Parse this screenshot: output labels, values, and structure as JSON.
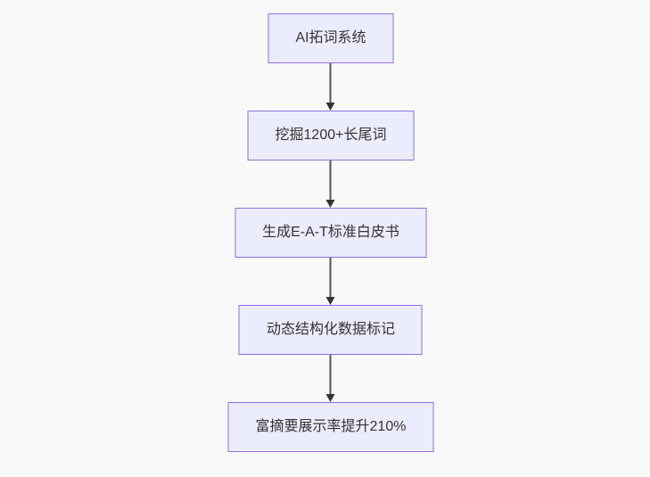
{
  "diagram": {
    "type": "flowchart",
    "direction": "top-down",
    "colors": {
      "background": "#f9f9f9",
      "node_fill": "#ececff",
      "node_border": "#9370db",
      "edge_line": "#555555",
      "arrowhead": "#333333",
      "text": "#333333"
    },
    "nodes": [
      {
        "id": "n1",
        "label": "AI拓词系统"
      },
      {
        "id": "n2",
        "label": "挖掘1200+长尾词"
      },
      {
        "id": "n3",
        "label": "生成E-A-T标准白皮书"
      },
      {
        "id": "n4",
        "label": "动态结构化数据标记"
      },
      {
        "id": "n5",
        "label": "富摘要展示率提升210%"
      }
    ],
    "edges": [
      {
        "from": "n1",
        "to": "n2"
      },
      {
        "from": "n2",
        "to": "n3"
      },
      {
        "from": "n3",
        "to": "n4"
      },
      {
        "from": "n4",
        "to": "n5"
      }
    ]
  }
}
